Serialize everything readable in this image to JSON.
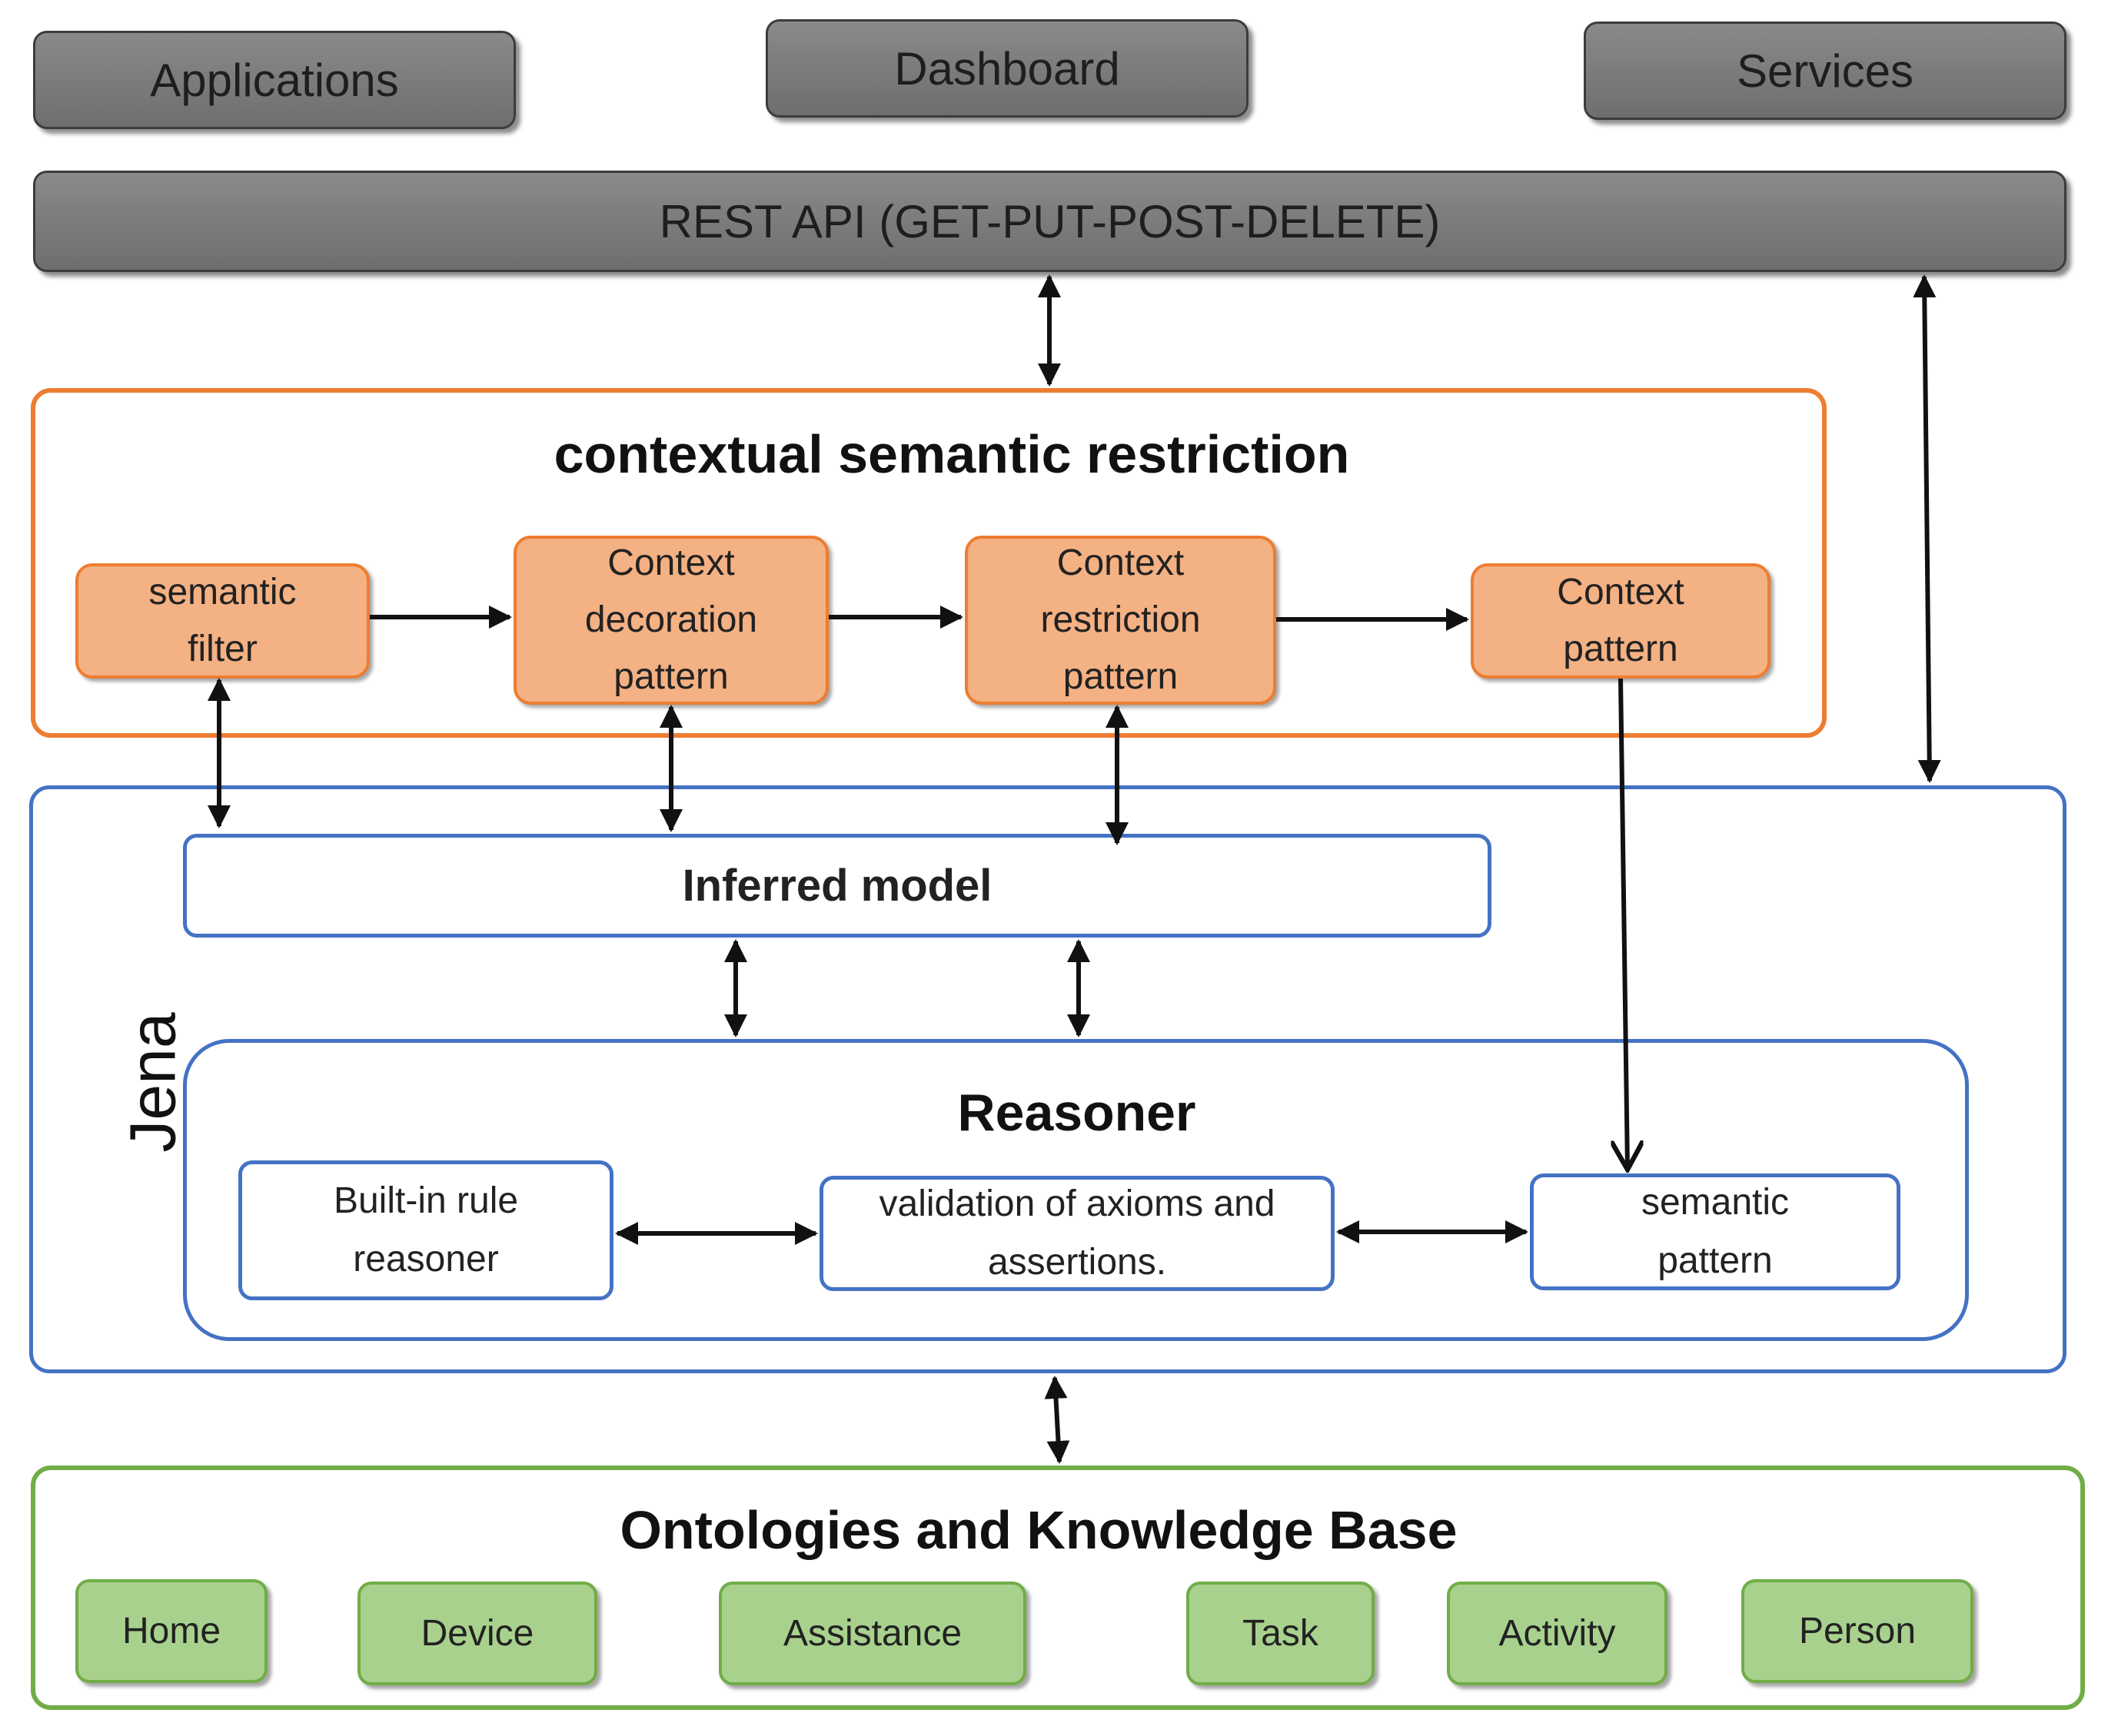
{
  "top": {
    "applications": "Applications",
    "dashboard": "Dashboard",
    "services": "Services",
    "rest_api": "REST API (GET-PUT-POST-DELETE)"
  },
  "csr": {
    "title": "contextual semantic restriction",
    "semantic_filter": "semantic filter",
    "context_decoration": "Context decoration pattern",
    "context_restriction": "Context restriction pattern",
    "context_pattern": "Context pattern"
  },
  "jena": {
    "label": "Jena",
    "inferred_model": "Inferred model",
    "reasoner": {
      "title": "Reasoner",
      "builtin": "Built-in rule reasoner",
      "validation": "validation of axioms and assertions.",
      "semantic_pattern": "semantic pattern"
    }
  },
  "kb": {
    "title": "Ontologies and Knowledge Base",
    "items": [
      "Home",
      "Device",
      "Assistance",
      "Task",
      "Activity",
      "Person"
    ]
  },
  "colors": {
    "gray": "#7a7a7a",
    "orange_border": "#ed7d31",
    "orange_fill": "#f4b183",
    "blue_border": "#4472c4",
    "green_border": "#70ad47",
    "green_fill": "#a9d18e"
  }
}
